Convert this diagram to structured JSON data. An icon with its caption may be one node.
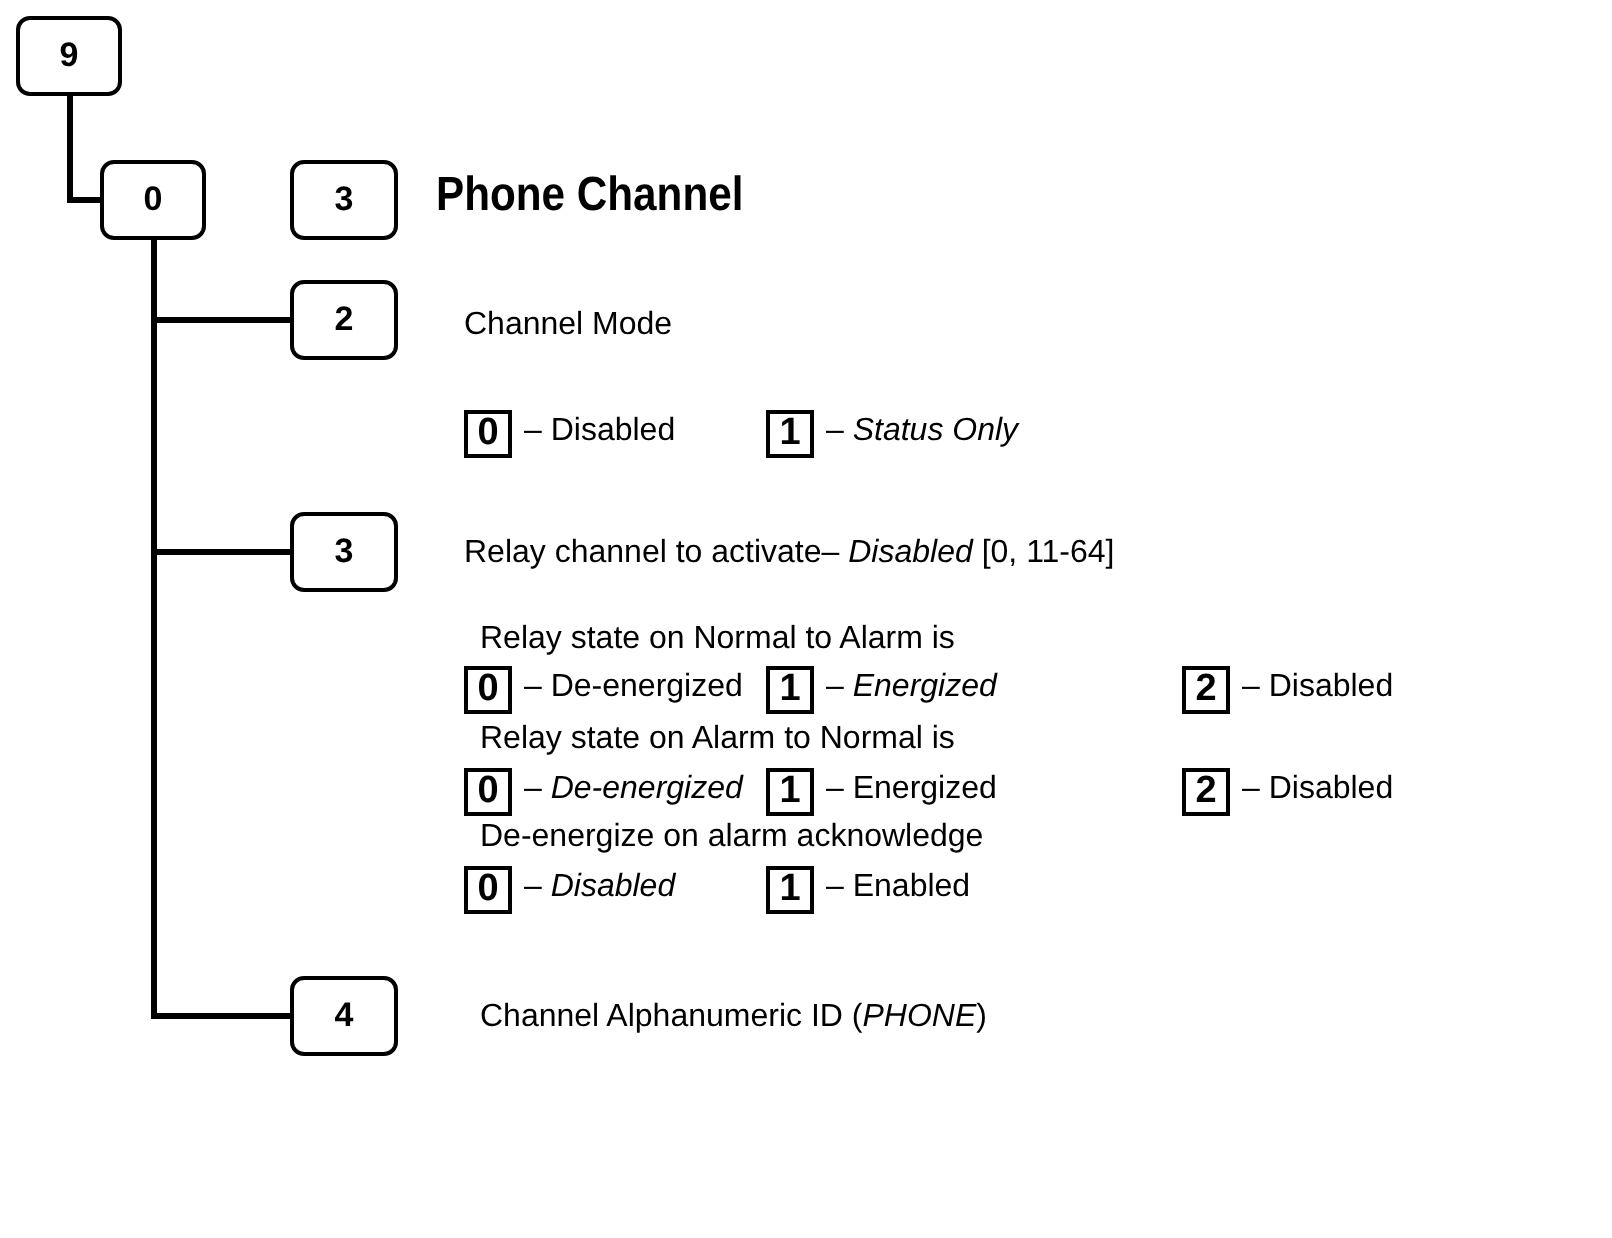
{
  "diagram": {
    "nodes": [
      {
        "text": [
          "9"
        ]
      },
      {
        "text": [
          "0"
        ]
      },
      {
        "text": [
          "3"
        ],
        "beside": [
          "Phone Channel"
        ]
      },
      {
        "text": [
          "2"
        ],
        "beside": [
          "Channel Mode"
        ]
      },
      {
        "text": [
          "3"
        ],
        "beside": [
          "Relay channel to activate– *Disabled*  [0, 11-64]"
        ]
      },
      {
        "text": [
          "4"
        ],
        "beside": [
          "Channel Alphanumeric ID (*PHONE*)"
        ]
      },
      {
        "text": [
          "0"
        ],
        "beside": [
          "– Disabled"
        ]
      },
      {
        "text": [
          "1"
        ],
        "beside": [
          "– *Status Only*"
        ]
      },
      {
        "text": [
          "0"
        ],
        "beside": [
          "– De-energized"
        ]
      },
      {
        "text": [
          "1"
        ],
        "beside": [
          "– *Energized*"
        ]
      },
      {
        "text": [
          "2"
        ],
        "beside": [
          "– Disabled"
        ]
      },
      {
        "text": [
          "0"
        ],
        "beside": [
          "– *De-energized*"
        ]
      },
      {
        "text": [
          "1"
        ],
        "beside": [
          "– Energized"
        ]
      },
      {
        "text": [
          "2"
        ],
        "beside": [
          "– Disabled"
        ]
      },
      {
        "text": [
          "0"
        ],
        "beside": [
          "– *Disabled*"
        ]
      },
      {
        "text": [
          "1"
        ],
        "beside": [
          "– Enabled"
        ]
      }
    ],
    "edges": [
      {
        "from": 0,
        "to": 1,
        "arrow": "none"
      },
      {
        "from": 1,
        "to": 3,
        "arrow": "none"
      },
      {
        "from": 1,
        "to": 4,
        "arrow": "none"
      },
      {
        "from": 1,
        "to": 5,
        "arrow": "none"
      }
    ],
    "labels": [
      "Relay state on Normal to Alarm is",
      "Relay state on Alarm to Normal is",
      "De-energize on alarm acknowledge"
    ]
  }
}
